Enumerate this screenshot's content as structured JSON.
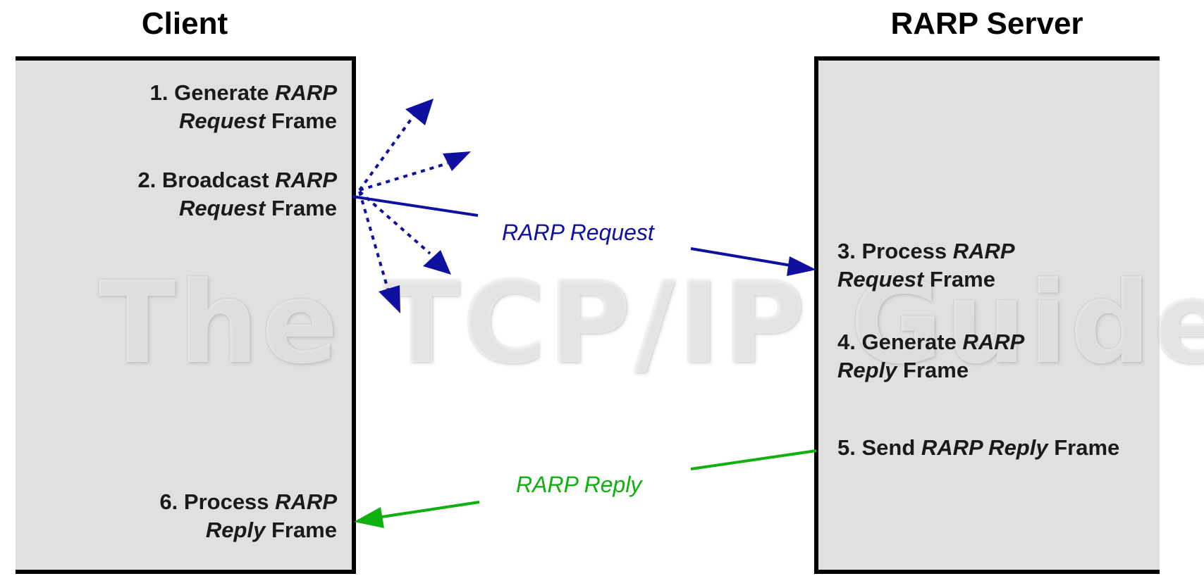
{
  "headers": {
    "client": "Client",
    "server": "RARP Server"
  },
  "steps": {
    "s1": {
      "num": "1. Generate ",
      "em1": "RARP",
      "em2": "Request",
      "tail": " Frame"
    },
    "s2": {
      "num": "2. Broadcast ",
      "em1": "RARP",
      "em2": "Request",
      "tail": " Frame"
    },
    "s3": {
      "num": "3. Process ",
      "em1": "RARP",
      "em2": "Request",
      "tail": " Frame"
    },
    "s4": {
      "num": "4. Generate ",
      "em1": "RARP",
      "em2": "Reply",
      "tail": " Frame"
    },
    "s5": {
      "num": "5. Send ",
      "em1": "RARP Reply",
      "tail": " Frame"
    },
    "s6": {
      "num": "6. Process ",
      "em1": "RARP",
      "em2": "Reply",
      "tail": " Frame"
    }
  },
  "arrows": {
    "request_label": "RARP Request",
    "reply_label": "RARP Reply"
  },
  "watermark": "The TCP/IP Guide",
  "colors": {
    "request": "#1010a0",
    "reply": "#10b010",
    "panel": "#e0e0e0",
    "border": "#000000"
  }
}
